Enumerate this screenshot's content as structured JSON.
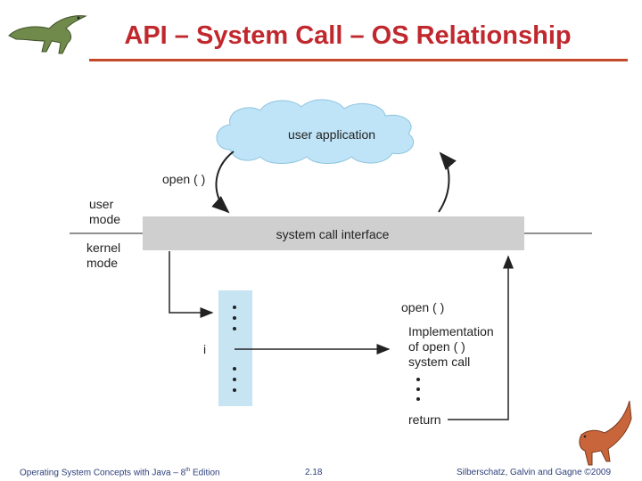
{
  "title": "API – System Call – OS Relationship",
  "diagram": {
    "cloud_label": "user application",
    "open_call_user": "open ( )",
    "user_mode": [
      "user",
      "mode"
    ],
    "kernel_mode": [
      "kernel",
      "mode"
    ],
    "sci_label": "system call interface",
    "open_call_kernel": "open ( )",
    "impl_lines": [
      "Implementation",
      "of open ( )",
      "system call"
    ],
    "return_label": "return",
    "index_label": "i"
  },
  "footer": {
    "course_prefix": "Operating System Concepts  with Java – 8",
    "course_sup": "th",
    "course_suffix": " Edition",
    "page": "2.18",
    "copyright": "Silberschatz, Galvin and Gagne ©2009"
  },
  "colors": {
    "title": "#c0282e",
    "rule": "#c24a2a",
    "cloud": "#bfe4f7",
    "sci_band": "#cfcfcf",
    "table_column": "#c6e4f2",
    "footer_text": "#2c3e7a"
  },
  "icons": [
    "dinosaur-logo-icon",
    "dinosaur-standing-icon"
  ]
}
